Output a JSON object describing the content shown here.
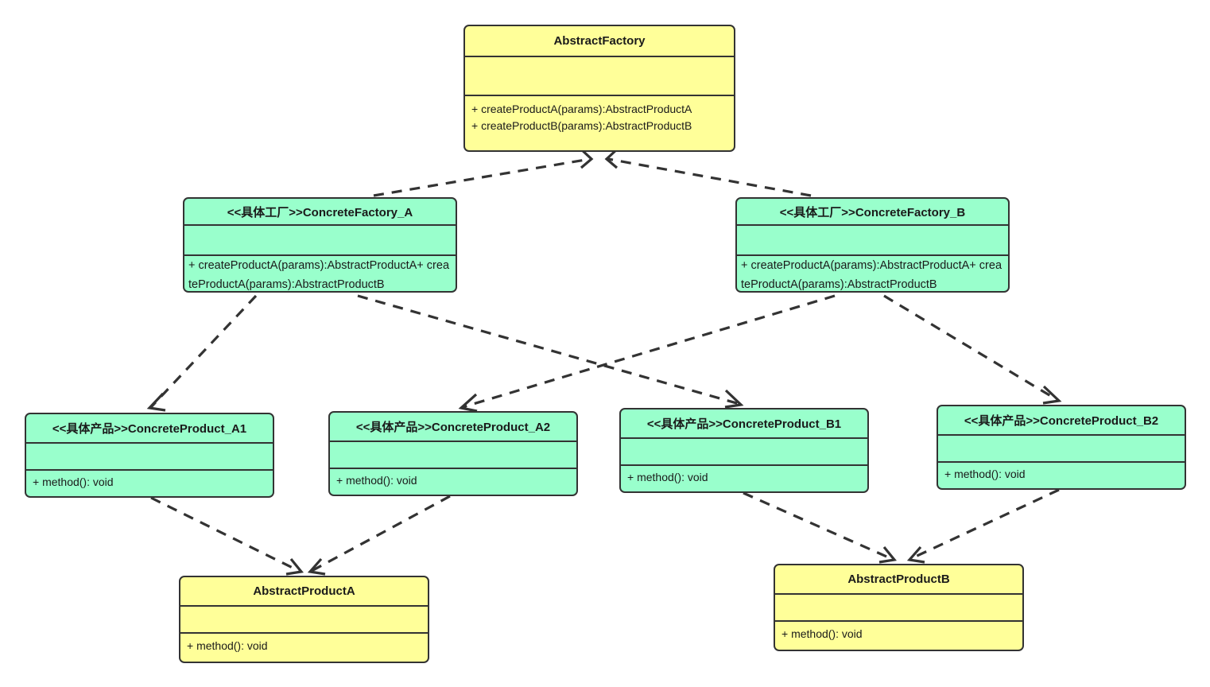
{
  "diagram": {
    "title": "Abstract Factory Pattern UML Class Diagram",
    "colors": {
      "abstract_fill": "#ffff99",
      "concrete_fill": "#99ffcc",
      "border": "#333333",
      "edge": "#333333",
      "background": "#ffffff"
    },
    "relationship_style": "dashed-open-arrow-generalization"
  },
  "nodes": {
    "abstract_factory": {
      "name": "AbstractFactory",
      "attributes": "",
      "operations": "+ createProductA(params):AbstractProductA\n+ createProductB(params):AbstractProductB"
    },
    "concrete_factory_a": {
      "name": "<<具体工厂>>ConcreteFactory_A",
      "attributes": "",
      "operations": "+ createProductA(params):AbstractProductA+ createProductA(params):AbstractProductB"
    },
    "concrete_factory_b": {
      "name": "<<具体工厂>>ConcreteFactory_B",
      "attributes": "",
      "operations": "+ createProductA(params):AbstractProductA+ createProductA(params):AbstractProductB"
    },
    "concrete_product_a1": {
      "name": "<<具体产品>>ConcreteProduct_A1",
      "attributes": "",
      "operations": "+ method(): void"
    },
    "concrete_product_a2": {
      "name": "<<具体产品>>ConcreteProduct_A2",
      "attributes": "",
      "operations": "+ method(): void"
    },
    "concrete_product_b1": {
      "name": "<<具体产品>>ConcreteProduct_B1",
      "attributes": "",
      "operations": "+ method(): void"
    },
    "concrete_product_b2": {
      "name": "<<具体产品>>ConcreteProduct_B2",
      "attributes": "",
      "operations": "+ method(): void"
    },
    "abstract_product_a": {
      "name": "AbstractProductA",
      "attributes": "",
      "operations": "+ method(): void"
    },
    "abstract_product_b": {
      "name": "AbstractProductB",
      "attributes": "",
      "operations": "+ method(): void"
    }
  },
  "edges": [
    {
      "from": "concrete_factory_a",
      "to": "abstract_factory",
      "style": "dashed",
      "arrow": "open"
    },
    {
      "from": "concrete_factory_b",
      "to": "abstract_factory",
      "style": "dashed",
      "arrow": "open"
    },
    {
      "from": "concrete_factory_a",
      "to": "concrete_product_a1",
      "style": "dashed",
      "arrow": "open"
    },
    {
      "from": "concrete_factory_a",
      "to": "concrete_product_b1",
      "style": "dashed",
      "arrow": "open"
    },
    {
      "from": "concrete_factory_b",
      "to": "concrete_product_a2",
      "style": "dashed",
      "arrow": "open"
    },
    {
      "from": "concrete_factory_b",
      "to": "concrete_product_b2",
      "style": "dashed",
      "arrow": "open"
    },
    {
      "from": "concrete_product_a1",
      "to": "abstract_product_a",
      "style": "dashed",
      "arrow": "open"
    },
    {
      "from": "concrete_product_a2",
      "to": "abstract_product_a",
      "style": "dashed",
      "arrow": "open"
    },
    {
      "from": "concrete_product_b1",
      "to": "abstract_product_b",
      "style": "dashed",
      "arrow": "open"
    },
    {
      "from": "concrete_product_b2",
      "to": "abstract_product_b",
      "style": "dashed",
      "arrow": "open"
    }
  ]
}
